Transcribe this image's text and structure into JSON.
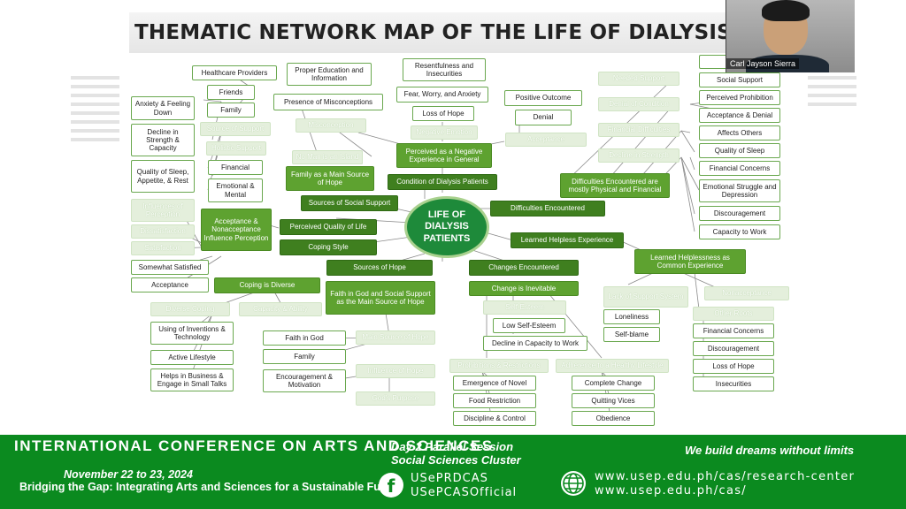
{
  "slide": {
    "title": "THEMATIC NETWORK MAP OF THE LIFE OF DIALYSIS PATI",
    "center": "LIFE OF DIALYSIS PATIENTS",
    "nodes": {
      "healthcare_providers": "Healthcare Providers",
      "friends": "Friends",
      "family_top": "Family",
      "anxiety": "Anxiety & Feeling Down",
      "decline_strength": "Decline in Strength & Capacity",
      "quality_sleep_appetite": "Quality of Sleep, Appetite, & Rest",
      "source_support": "Source of Support",
      "holistic_support": "Holistic Support",
      "financial_left": "Financial",
      "emotional_mental": "Emotional & Mental",
      "proper_education": "Proper Education and Information",
      "presence_misconceptions": "Presence of Misconceptions",
      "misconception": "Misconception",
      "no_man_island": "No Man is an Island",
      "family_main_source": "Family as a Main Source of Hope",
      "resentfulness": "Resentfulness and Insecurities",
      "fear_worry": "Fear, Worry, and Anxiety",
      "loss_hope_top": "Loss of Hope",
      "negative_emotion": "Negative Emotion",
      "perceived_negative": "Perceived as a Negative Experience in General",
      "condition_dialysis": "Condition of Dialysis Patients",
      "positive_outcome": "Positive Outcome",
      "denial": "Denial",
      "acceptance_top": "Acceptance",
      "needed_support": "Needed Support",
      "denial_condition": "Denial of Condition",
      "financial_difficulties": "Financial Difficulties",
      "decline_in_strength_r": "Decline in Strength",
      "difficulties_physical": "Difficulties Encountered are mostly Physical and Financial",
      "fina": "Fina",
      "social_support_r": "Social Support",
      "perceived_prohibition": "Perceived Prohibition",
      "acceptance_denial": "Acceptance & Denial",
      "affects_others": "Affects Others",
      "quality_of_sleep_r": "Quality of Sleep",
      "financial_concerns_r": "Financial Concerns",
      "emotional_struggle": "Emotional Struggle and Depression",
      "discouragement_r": "Discouragement",
      "capacity_work": "Capacity to Work",
      "sources_social_support": "Sources of Social Support",
      "difficulties_encountered": "Difficulties Encountered",
      "influences_perception": "Influences of Perception",
      "dissatisfaction": "Dissatisfaction",
      "satisfaction": "Satisfaction",
      "acceptance_nonacceptance": "Acceptance & Nonacceptance Influence Perception",
      "perceived_quality": "Perceived Quality of Life",
      "coping_style": "Coping Style",
      "learned_helpless_exp": "Learned Helpless Experience",
      "somewhat_satisfied": "Somewhat Satisfied",
      "acceptance_left": "Acceptance",
      "coping_diverse": "Coping is Diverse",
      "sources_hope": "Sources of Hope",
      "changes_encountered": "Changes Encountered",
      "learned_helplessness_common": "Learned Helplessness as Common Experience",
      "faith_god_main": "Faith in God and Social Support as the Main Source of Hope",
      "change_inevitable": "Change is Inevitable",
      "diverse_coping": "Diverse Coping",
      "capacity_ability": "Capacity & Ability",
      "self_esteem": "Self-Esteem",
      "low_self_esteem": "Low Self-Esteem",
      "decline_capacity_work": "Decline in Capacity to Work",
      "lack_support_system": "Lack of Support System",
      "nonacceptance": "Nonacceptance",
      "loneliness": "Loneliness",
      "self_blame": "Self-blame",
      "other_roots": "Other Roots",
      "financial_concerns_b": "Financial Concerns",
      "discouragement_b": "Discouragement",
      "loss_hope_b": "Loss of Hope",
      "insecurities": "Insecurities",
      "using_inventions": "Using of Inventions & Technology",
      "active_lifestyle": "Active Lifestyle",
      "helps_business": "Helps in Business & Engage in Small Talks",
      "faith_in_god": "Faith in God",
      "family_mid": "Family",
      "main_source_hope": "Main Source of Hope",
      "influence_hope": "Influence of Hope",
      "encouragement": "Encouragement & Motivation",
      "gods_purpose": "God's Purpose",
      "prohibitions": "Prohibitions & Restrictions",
      "adherence": "Adherence to a Healthy Lifestyle",
      "emergence_novel": "Emergence of Novel",
      "food_restriction": "Food Restriction",
      "discipline_control": "Discipline & Control",
      "complete_change": "Complete Change",
      "quitting_vices": "Quitting Vices",
      "obedience": "Obedience"
    }
  },
  "video": {
    "participant_name": "Carl Jayson Sierra"
  },
  "banner": {
    "conference_title": "INTERNATIONAL CONFERENCE ON ARTS AND SCIENCES",
    "dates": "November 22 to 23, 2024",
    "theme": "Bridging the Gap: Integrating Arts and Sciences for a Sustainable Future",
    "session_line1": "Day 2 Parallel Session",
    "session_line2": "Social Sciences Cluster",
    "tagline": "We build dreams without limits",
    "facebook_1": "USePRDCAS",
    "facebook_2": "USePCASOfficial",
    "url_1": "www.usep.edu.ph/cas/research-center",
    "url_2": "www.usep.edu.ph/cas/",
    "brand_color": "#0b8a1f"
  }
}
